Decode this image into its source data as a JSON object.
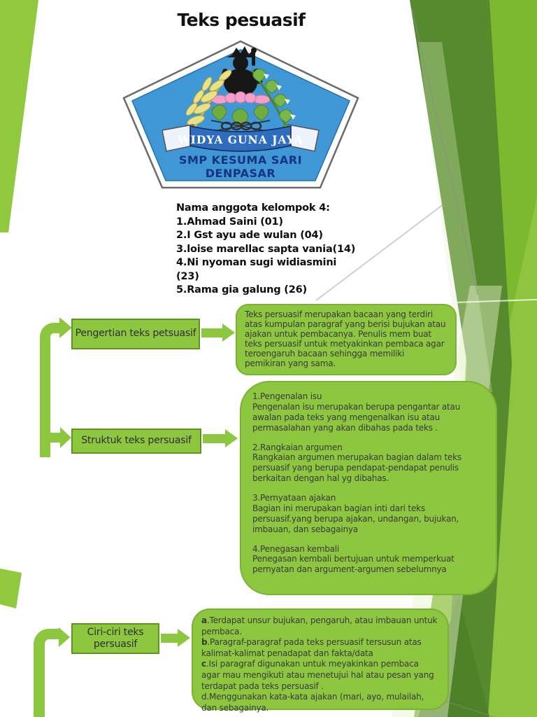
{
  "title": "Teks pesuasif",
  "logo": {
    "banner": "WIDYA GUNA JAYA",
    "school_line1": "SMP KESUMA SARI",
    "school_line2": "DENPASAR"
  },
  "members": {
    "heading": "Nama  anggota kelompok 4:",
    "lines": [
      "1.Ahmad Saini (01)",
      "2.I Gst ayu ade wulan (04)",
      "3.loise marellac sapta vania(14)",
      "4.Ni  nyoman sugi widiasmini",
      "(23)",
      "5.Rama gia galung (26)"
    ]
  },
  "flow": {
    "pengertian": {
      "label": "Pengertian teks petsuasif",
      "body": "Teks persuasif merupakan bacaan yang terdiri atas kumpulan paragraf yang berisi bujukan atau ajakan untuk pembacanya. Penulis mem buat teks persuasif untuk  metyakinkan pembaca agar teroengaruh bacaan sehingga memiliki pemikiran yang sama."
    },
    "struktur": {
      "label": "Struktuk teks persuasif",
      "items": [
        {
          "heading": "1.Pengenalan isu",
          "body": "Pengenalan isu merupakan  berupa pengantar atau awalan pada teks yang mengenalkan isu atau permasalahan yang akan dibahas pada teks ."
        },
        {
          "heading": "2.Rangkaian argumen",
          "body": "Rangkaian argumen merupakan bagian dalam teks persuasif yang berupa pendapat-pendapat penulis berkaitan dengan hal yg  dibahas."
        },
        {
          "heading": "3.Pernyataan ajakan",
          "body": "Bagian ini merupakan bagian inti dari teks persuasif.yang berupa ajakan, undangan, bujukan, imbauan, dan sebagainya"
        },
        {
          "heading": "4.Penegasan kembali",
          "body": "Penegasan kembali bertujuan untuk memperkuat pernyatan dan argument-argumen sebelumnya"
        }
      ]
    },
    "ciri": {
      "label": "Ciri-ciri teks persuasif",
      "items": [
        {
          "prefix": "a",
          "body": ".Terdapat unsur bujukan, pengaruh, atau imbauan untuk pembaca."
        },
        {
          "prefix": "b",
          "body": ".Paragraf-paragraf pada teks persuasif tersusun atas kalimat-kalimat penadapat dan fakta/data"
        },
        {
          "prefix": "c",
          "body": ".Isi paragraf digunakan untuk meyakinkan pembaca agar mau mengikuti atau menetujui hal atau pesan yang terdapat pada teks persuasif ."
        },
        {
          "prefix": "",
          "body": "d.Menggunakan kata-kata ajakan (mari, ayo, mulailah, dan sebagainya."
        }
      ]
    }
  },
  "colors": {
    "accent_green": "#8dc63f",
    "dark_green": "#578a2d",
    "bright_green": "#7cb92f",
    "box_border": "#5f9422",
    "logo_blue": "#3f97d6",
    "logo_navy": "#18337d",
    "lotus_pink": "#f2a0c8",
    "wheat_yellow": "#e8e08a"
  }
}
